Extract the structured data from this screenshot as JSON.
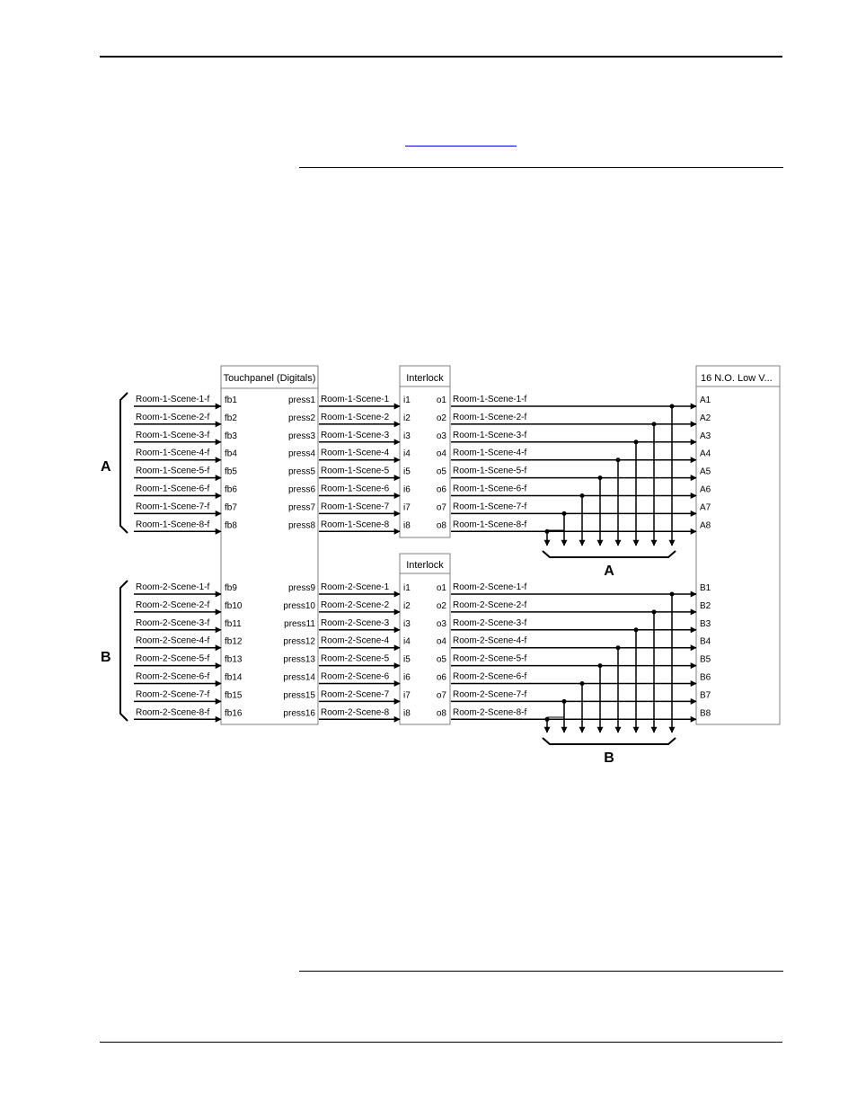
{
  "touchpanel": {
    "title": "Touchpanel (Digitals)",
    "inputs": [
      "fb1",
      "fb2",
      "fb3",
      "fb4",
      "fb5",
      "fb6",
      "fb7",
      "fb8",
      "fb9",
      "fb10",
      "fb11",
      "fb12",
      "fb13",
      "fb14",
      "fb15",
      "fb16"
    ],
    "outputs": [
      "press1",
      "press2",
      "press3",
      "press4",
      "press5",
      "press6",
      "press7",
      "press8",
      "press9",
      "press10",
      "press11",
      "press12",
      "press13",
      "press14",
      "press15",
      "press16"
    ]
  },
  "interlock": {
    "title": "Interlock",
    "inputs": [
      "i1",
      "i2",
      "i3",
      "i4",
      "i5",
      "i6",
      "i7",
      "i8"
    ],
    "outputs": [
      "o1",
      "o2",
      "o3",
      "o4",
      "o5",
      "o6",
      "o7",
      "o8"
    ]
  },
  "relay": {
    "title": "16 N.O. Low V...",
    "inputs": [
      "A1",
      "A2",
      "A3",
      "A4",
      "A5",
      "A6",
      "A7",
      "A8",
      "B1",
      "B2",
      "B3",
      "B4",
      "B5",
      "B6",
      "B7",
      "B8"
    ]
  },
  "groups": [
    {
      "label": "A",
      "fb_signals": [
        "Room-1-Scene-1-f",
        "Room-1-Scene-2-f",
        "Room-1-Scene-3-f",
        "Room-1-Scene-4-f",
        "Room-1-Scene-5-f",
        "Room-1-Scene-6-f",
        "Room-1-Scene-7-f",
        "Room-1-Scene-8-f"
      ],
      "press_signals": [
        "Room-1-Scene-1",
        "Room-1-Scene-2",
        "Room-1-Scene-3",
        "Room-1-Scene-4",
        "Room-1-Scene-5",
        "Room-1-Scene-6",
        "Room-1-Scene-7",
        "Room-1-Scene-8"
      ],
      "out_signals": [
        "Room-1-Scene-1-f",
        "Room-1-Scene-2-f",
        "Room-1-Scene-3-f",
        "Room-1-Scene-4-f",
        "Room-1-Scene-5-f",
        "Room-1-Scene-6-f",
        "Room-1-Scene-7-f",
        "Room-1-Scene-8-f"
      ]
    },
    {
      "label": "B",
      "fb_signals": [
        "Room-2-Scene-1-f",
        "Room-2-Scene-2-f",
        "Room-2-Scene-3-f",
        "Room-2-Scene-4-f",
        "Room-2-Scene-5-f",
        "Room-2-Scene-6-f",
        "Room-2-Scene-7-f",
        "Room-2-Scene-8-f"
      ],
      "press_signals": [
        "Room-2-Scene-1",
        "Room-2-Scene-2",
        "Room-2-Scene-3",
        "Room-2-Scene-4",
        "Room-2-Scene-5",
        "Room-2-Scene-6",
        "Room-2-Scene-7",
        "Room-2-Scene-8"
      ],
      "out_signals": [
        "Room-2-Scene-1-f",
        "Room-2-Scene-2-f",
        "Room-2-Scene-3-f",
        "Room-2-Scene-4-f",
        "Room-2-Scene-5-f",
        "Room-2-Scene-6-f",
        "Room-2-Scene-7-f",
        "Room-2-Scene-8-f"
      ]
    }
  ]
}
